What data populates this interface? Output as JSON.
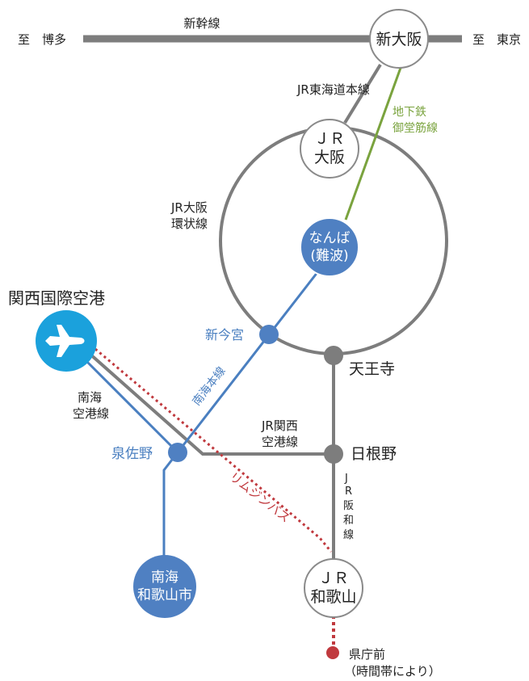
{
  "colors": {
    "jr_line": "#7d7d7d",
    "nankai_line": "#4a7fc0",
    "nankai_station": "#4f80c2",
    "subway_line": "#7aa33e",
    "limousine_bus": "#c0393e",
    "airport_blue": "#1ba1dc",
    "node_outline": "#8a8a8a"
  },
  "endpoints": {
    "hakata": "至　博多",
    "tokyo": "至　東京"
  },
  "lines": {
    "shinkansen": "新幹線",
    "jr_tokaido": "JR東海道本線",
    "subway_midosuji_line1": "地下鉄",
    "subway_midosuji_line2": "御堂筋線",
    "jr_loop_line1": "JR大阪",
    "jr_loop_line2": "環状線",
    "nankai_main": "南海本線",
    "nankai_airport_line1": "南海",
    "nankai_airport_line2": "空港線",
    "jr_kansai_airport_line1": "JR関西",
    "jr_kansai_airport_line2": "空港線",
    "jr_hanwa_1": "J",
    "jr_hanwa_2": "R",
    "jr_hanwa_3": "阪",
    "jr_hanwa_4": "和",
    "jr_hanwa_5": "線",
    "limousine_bus": "リムジンバス"
  },
  "stations": {
    "shin_osaka": "新大阪",
    "jr_osaka_line1": "ＪＲ",
    "jr_osaka_line2": "大阪",
    "namba_line1": "なんば",
    "namba_line2": "(難波)",
    "shin_imamiya": "新今宮",
    "tennoji": "天王寺",
    "hineno": "日根野",
    "izumisano": "泉佐野",
    "kansai_airport": "関西国際空港",
    "nankai_wakayamashi_line1": "南海",
    "nankai_wakayamashi_line2": "和歌山市",
    "jr_wakayama_line1": "ＪＲ",
    "jr_wakayama_line2": "和歌山",
    "kenchomae_line1": "県庁前",
    "kenchomae_line2": "（時間帯により）"
  },
  "icons": {
    "airport": "airplane-icon"
  }
}
